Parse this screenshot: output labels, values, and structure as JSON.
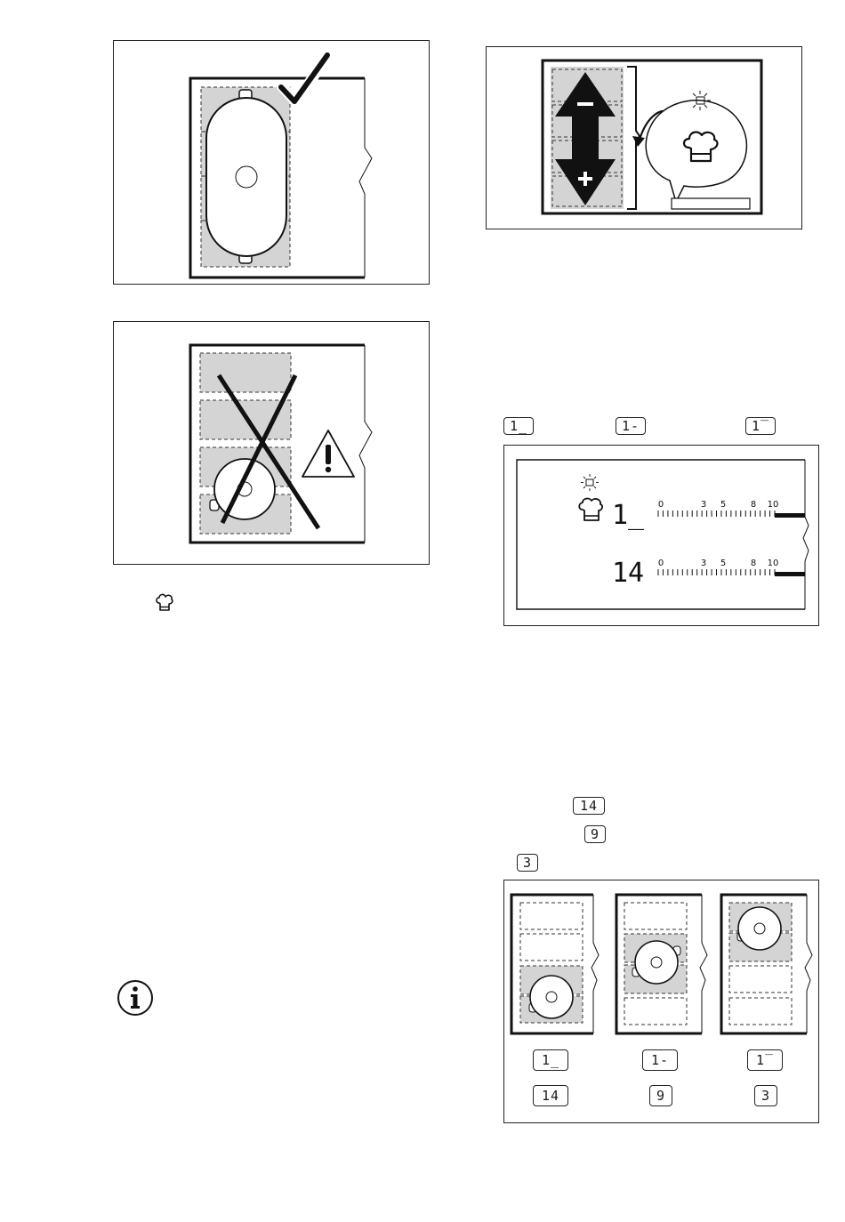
{
  "legend": {
    "left": "1_",
    "center": "1-",
    "right": "1‾"
  },
  "display": {
    "row1_digits": "1_",
    "row2_digits": "14",
    "scale_ticks": [
      "0",
      "3",
      "5",
      "8",
      "10"
    ]
  },
  "power_levels": {
    "level_14": "14",
    "level_9": "9",
    "level_3": "3"
  },
  "zones": [
    {
      "position": "1_",
      "power": "14"
    },
    {
      "position": "1-",
      "power": "9"
    },
    {
      "position": "1‾",
      "power": "3"
    }
  ],
  "icons": {
    "check": "check-icon",
    "cross": "cross-icon",
    "warning": "warning-icon",
    "chef_hat": "chef-hat-icon",
    "info": "info-icon",
    "bridge": "bridge-icon",
    "arrow": "minus-plus-arrow-icon"
  }
}
